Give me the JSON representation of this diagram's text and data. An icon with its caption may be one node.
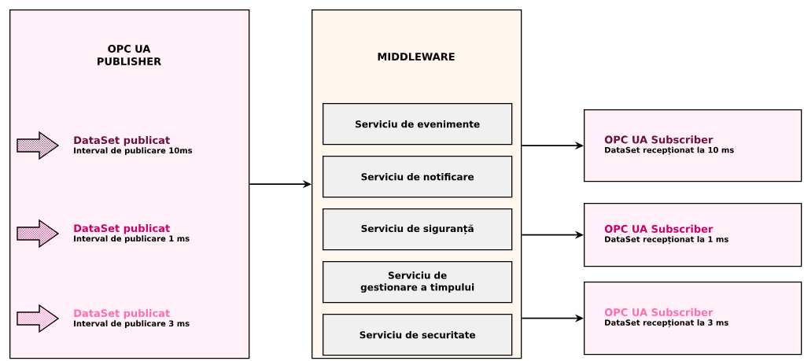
{
  "diagram": {
    "nodes": [
      {
        "text": [
          "OPC UA PUBLISHER"
        ]
      },
      {
        "text": [
          "DataSet publicat",
          "Interval de publicare 10ms"
        ],
        "in": 0
      },
      {
        "text": [
          "DataSet publicat",
          "Interval de publicare 1 ms"
        ],
        "in": 0
      },
      {
        "text": [
          "DataSet publicat",
          "Interval de publicare 3 ms"
        ],
        "in": 0
      },
      {
        "text": [
          "MIDDLEWARE"
        ]
      },
      {
        "text": [
          "Serviciu de evenimente"
        ],
        "in": 4
      },
      {
        "text": [
          "Serviciu de notificare"
        ],
        "in": 4
      },
      {
        "text": [
          "Serviciu de siguranță"
        ],
        "in": 4
      },
      {
        "text": [
          "Serviciu de gestionare a timpului"
        ],
        "in": 4
      },
      {
        "text": [
          "Serviciu de securitate"
        ],
        "in": 4
      },
      {
        "text": [
          "OPC UA Subscriber",
          "DataSet recepționat la 10 ms"
        ]
      },
      {
        "text": [
          "OPC UA Subscriber",
          "DataSet recepționat la 1 ms"
        ]
      },
      {
        "text": [
          "OPC UA Subscriber",
          "DataSet recepționat la 3 ms"
        ]
      }
    ],
    "edges": [
      {
        "from": 0,
        "to": 4,
        "arrow": "to"
      },
      {
        "from": 4,
        "to": 10,
        "arrow": "to"
      },
      {
        "from": 4,
        "to": 11,
        "arrow": "to"
      },
      {
        "from": 4,
        "to": 12,
        "arrow": "to"
      }
    ]
  }
}
